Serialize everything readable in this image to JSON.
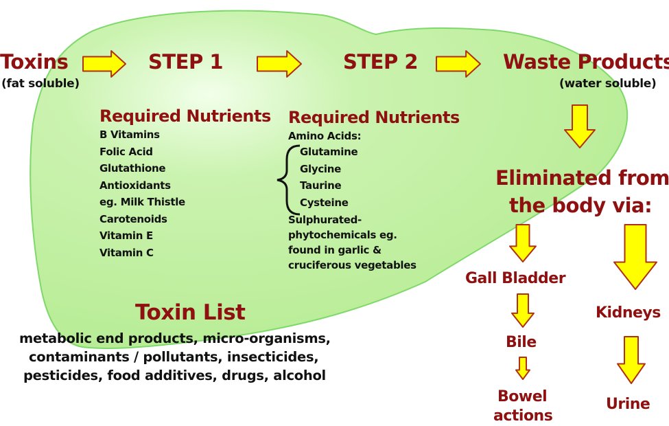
{
  "colors": {
    "liver_fill": "#cbf3b0",
    "liver_edge": "#7fd86a",
    "heading": "#8e1010",
    "arrow_fill": "#ffff00",
    "arrow_edge": "#b03010"
  },
  "flow": {
    "toxins": "Toxins",
    "toxins_sub": "(fat soluble)",
    "step1": "STEP 1",
    "step2": "STEP 2",
    "waste": "Waste Products",
    "waste_sub": "(water soluble)"
  },
  "step1_nutrients": {
    "heading": "Required Nutrients",
    "items": [
      "B Vitamins",
      "Folic Acid",
      "Glutathione",
      "Antioxidants",
      "eg. Milk Thistle",
      "Carotenoids",
      "Vitamin E",
      "Vitamin C"
    ]
  },
  "step2_nutrients": {
    "heading": "Required Nutrients",
    "amino_label": "Amino Acids:",
    "amino_acids": [
      "Glutamine",
      "Glycine",
      "Taurine",
      "Cysteine"
    ],
    "extra": [
      "Sulphurated-",
      "phytochemicals eg.",
      "found in garlic &",
      "cruciferous vegetables"
    ]
  },
  "toxin_list": {
    "heading": "Toxin List",
    "lines": [
      "metabolic end products, micro-organisms,",
      "contaminants / pollutants, insecticides,",
      "pesticides, food additives, drugs, alcohol"
    ]
  },
  "elimination": {
    "heading_line1": "Eliminated from",
    "heading_line2": "the body via:",
    "gall_bladder": "Gall Bladder",
    "bile": "Bile",
    "bowel_line1": "Bowel",
    "bowel_line2": "actions",
    "kidneys": "Kidneys",
    "urine": "Urine"
  }
}
